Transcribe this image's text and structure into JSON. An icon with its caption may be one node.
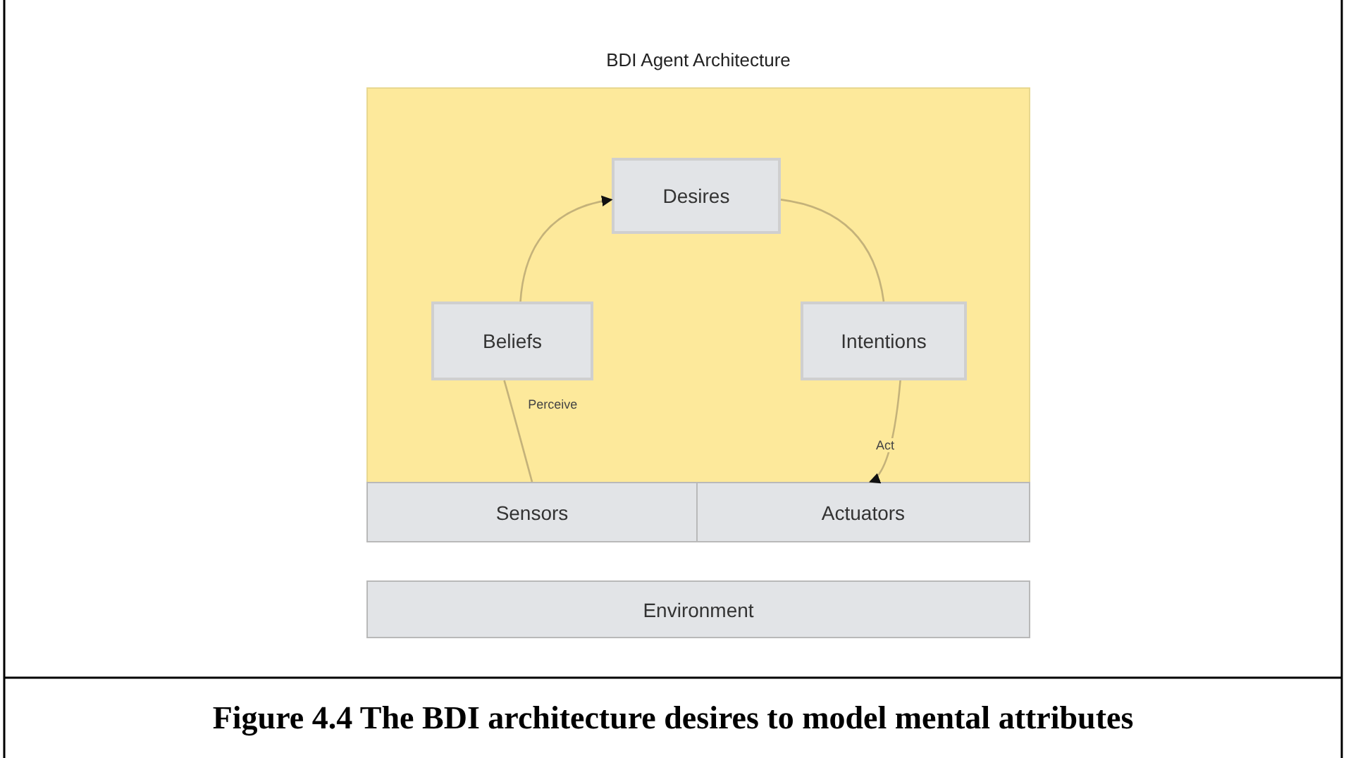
{
  "diagram": {
    "caption": "Figure 4.4 The BDI architecture desires to model mental attributes",
    "nodes": [
      {
        "text": [
          "BDI Agent Architecture"
        ]
      },
      {
        "text": [
          "Desires"
        ],
        "in": 0
      },
      {
        "text": [
          "Beliefs"
        ],
        "in": 0
      },
      {
        "text": [
          "Intentions"
        ],
        "in": 0
      },
      {
        "text": [
          "Sensors"
        ]
      },
      {
        "text": [
          "Actuators"
        ]
      },
      {
        "text": [
          "Environment"
        ]
      }
    ],
    "edges": [
      {
        "from": 4,
        "to": 2,
        "arrow": "none",
        "label": "Perceive"
      },
      {
        "from": 2,
        "to": 1,
        "arrow": "to"
      },
      {
        "from": 1,
        "to": 3,
        "arrow": "none"
      },
      {
        "from": 3,
        "to": 5,
        "arrow": "to",
        "label": "Act"
      }
    ]
  }
}
